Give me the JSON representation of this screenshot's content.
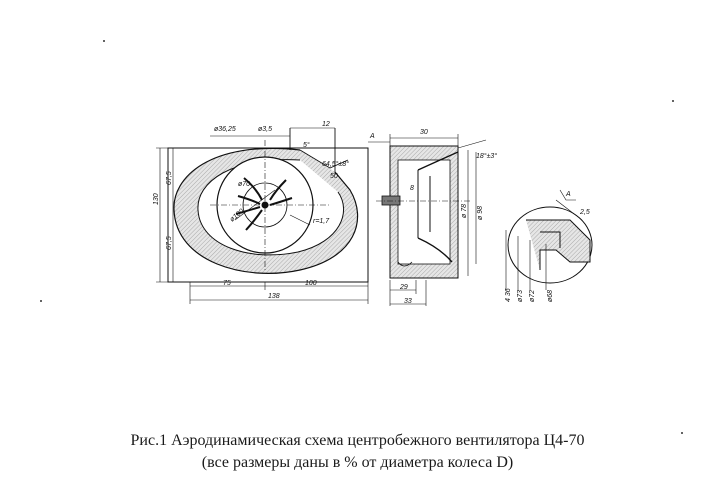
{
  "caption": {
    "line1": "Рис.1 Аэродинамическая схема центробежного вентилятора Ц4-70",
    "line2": "(все размеры даны в % от диаметра колеса D)"
  },
  "side_view": {
    "dims": {
      "outlet_width": "12",
      "top_small": "ø36,25",
      "top_small2": "ø3,5",
      "angle": "5°",
      "outlet_angle": "64,5°±8°",
      "outlet_len": "50",
      "height_total": "130",
      "upper_height": "67,5",
      "lower_height": "67,5",
      "dia_inner": "ø70",
      "dia_wheel": "ø100",
      "radius": "r=1,7",
      "bottom_left": "75",
      "bottom_right": "100",
      "bottom_total": "138"
    }
  },
  "front_view": {
    "dims": {
      "section_mark": "A",
      "top_width": "30",
      "angle": "18°±3°",
      "dia1": "ø 78",
      "dia2": "ø 98",
      "bottom_a": "29",
      "bottom_b": "33",
      "side_mark": "8"
    }
  },
  "detail": {
    "dims": {
      "section_mark": "A",
      "d1": "4 36",
      "d2": "ø73",
      "d3": "ø72",
      "d4": "ø68",
      "r": "2,5"
    }
  }
}
